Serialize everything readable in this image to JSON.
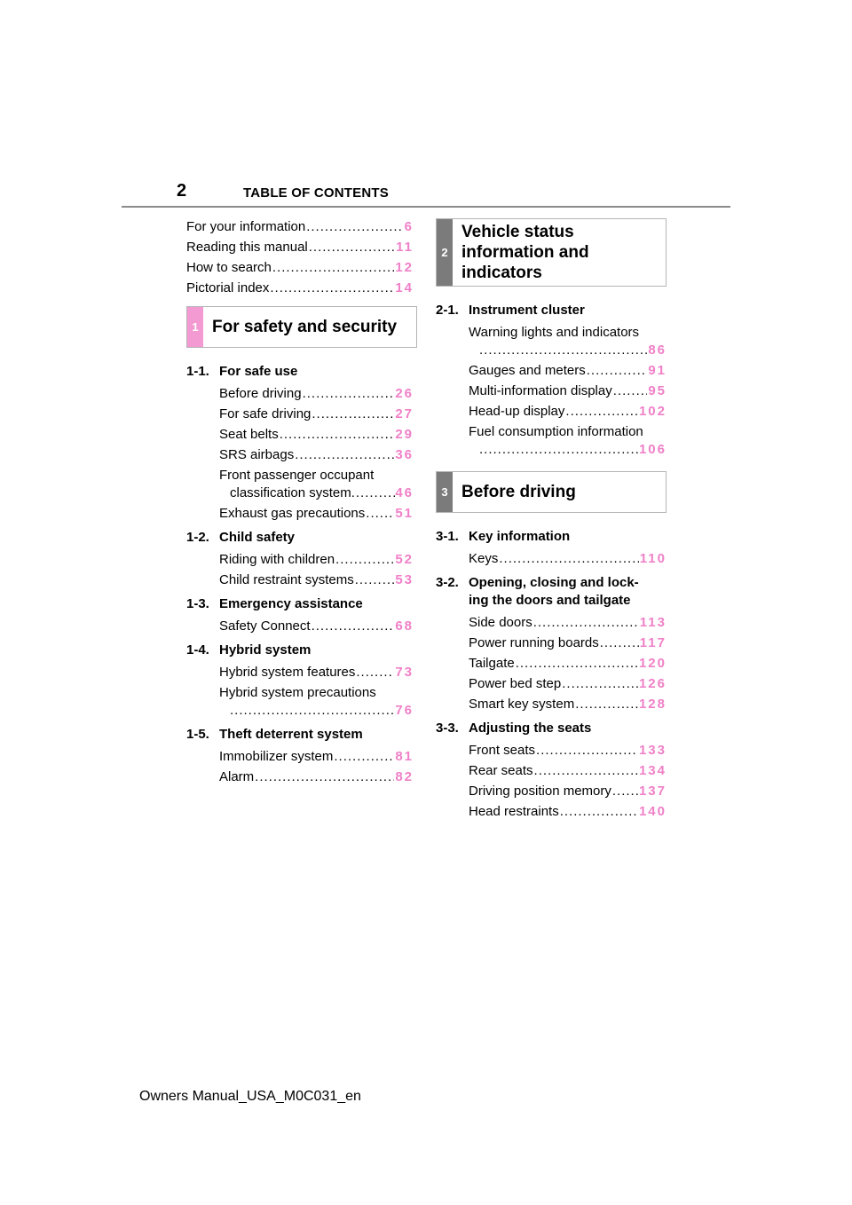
{
  "header": {
    "page_number": "2",
    "title": "TABLE OF CONTENTS"
  },
  "intro": [
    {
      "label": "For your information",
      "page": "6"
    },
    {
      "label": "Reading this manual",
      "page": "11"
    },
    {
      "label": "How to search",
      "page": "12"
    },
    {
      "label": "Pictorial index",
      "page": "14"
    }
  ],
  "section1": {
    "tab": "1",
    "title": "For safety and security",
    "groups": [
      {
        "num": "1-1.",
        "title": "For safe use",
        "entries": [
          {
            "label": "Before driving",
            "page": "26"
          },
          {
            "label": "For safe driving",
            "page": "27"
          },
          {
            "label": "Seat belts",
            "page": "29"
          },
          {
            "label": "SRS airbags",
            "page": "36"
          },
          {
            "label": "Front passenger occupant",
            "label2": "classification system",
            "page": "46"
          },
          {
            "label": "Exhaust gas precautions",
            "page": "51"
          }
        ]
      },
      {
        "num": "1-2.",
        "title": "Child safety",
        "entries": [
          {
            "label": "Riding with children",
            "page": "52"
          },
          {
            "label": "Child restraint systems",
            "page": "53"
          }
        ]
      },
      {
        "num": "1-3.",
        "title": "Emergency assistance",
        "entries": [
          {
            "label": "Safety Connect",
            "page": "68"
          }
        ]
      },
      {
        "num": "1-4.",
        "title": "Hybrid system",
        "entries": [
          {
            "label": "Hybrid system features",
            "page": "73"
          },
          {
            "label": "Hybrid system precautions",
            "label2": "",
            "page": "76"
          }
        ]
      },
      {
        "num": "1-5.",
        "title": "Theft deterrent system",
        "entries": [
          {
            "label": "Immobilizer system",
            "page": "81"
          },
          {
            "label": "Alarm",
            "page": "82"
          }
        ]
      }
    ]
  },
  "section2": {
    "tab": "2",
    "title_lines": [
      "Vehicle status",
      "information and",
      "indicators"
    ],
    "groups": [
      {
        "num": "2-1.",
        "title": "Instrument cluster",
        "entries": [
          {
            "label": "Warning lights and indicators",
            "label2": "",
            "page": "86"
          },
          {
            "label": "Gauges and meters",
            "page": "91"
          },
          {
            "label": "Multi-information display",
            "page": "95"
          },
          {
            "label": "Head-up display",
            "page": "102"
          },
          {
            "label": "Fuel consumption information",
            "label2": "",
            "page": "106"
          }
        ]
      }
    ]
  },
  "section3": {
    "tab": "3",
    "title": "Before driving",
    "groups": [
      {
        "num": "3-1.",
        "title": "Key information",
        "entries": [
          {
            "label": "Keys",
            "page": "110"
          }
        ]
      },
      {
        "num": "3-2.",
        "title": "Opening, closing and lock-",
        "title2": "ing the doors and tailgate",
        "entries": [
          {
            "label": "Side doors",
            "page": "113"
          },
          {
            "label": "Power running boards",
            "page": "117"
          },
          {
            "label": "Tailgate",
            "page": "120"
          },
          {
            "label": "Power bed step",
            "page": "126"
          },
          {
            "label": "Smart key system",
            "page": "128"
          }
        ]
      },
      {
        "num": "3-3.",
        "title": "Adjusting the seats",
        "entries": [
          {
            "label": "Front seats",
            "page": "133"
          },
          {
            "label": "Rear seats",
            "page": "134"
          },
          {
            "label": "Driving position memory",
            "page": "137"
          },
          {
            "label": "Head restraints",
            "page": "140"
          }
        ]
      }
    ]
  },
  "footer": {
    "text": "Owners Manual_USA_M0C031_en"
  }
}
